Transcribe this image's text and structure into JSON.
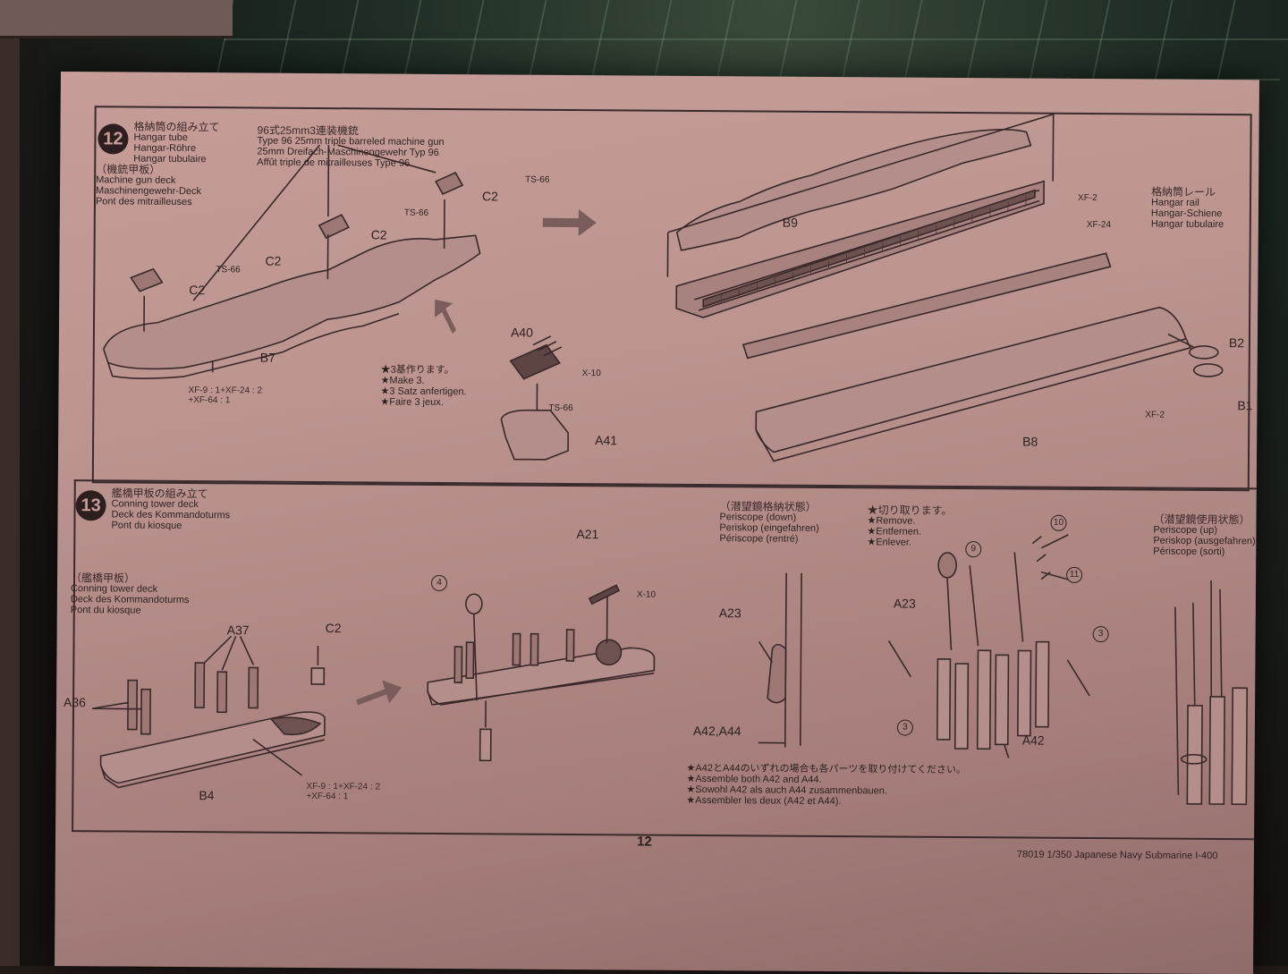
{
  "page_number": "12",
  "footer": "78019  1/350 Japanese Navy Submarine I-400",
  "step12": {
    "number": "12",
    "title_jp": "格納筒の組み立て",
    "title_en": "Hangar tube",
    "title_de": "Hangar-Röhre",
    "title_fr": "Hangar tubulaire",
    "gun_jp": "96式25mm3連装機銃",
    "gun_en": "Type 96 25mm triple barreled machine gun",
    "gun_de": "25mm Dreifach-Maschinengewehr Typ 96",
    "gun_fr": "Affût triple de mitrailleuses Type 96",
    "deck_jp": "（機銃甲板）",
    "deck_en": "Machine gun deck",
    "deck_de": "Maschinengewehr-Deck",
    "deck_fr": "Pont des mitrailleuses",
    "rail_jp": "格納筒レール",
    "rail_en": "Hangar rail",
    "rail_de": "Hangar-Schiene",
    "rail_fr": "Hangar tubulaire",
    "paint1": "XF-9 : 1+XF-24 : 2\n+XF-64 : 1",
    "make3_jp": "★3基作ります。",
    "make3_en": "★Make 3.",
    "make3_de": "★3 Satz anfertigen.",
    "make3_fr": "★Faire 3 jeux.",
    "parts": {
      "ts66": "TS-66",
      "c2": "C2",
      "b7": "B7",
      "a40": "A40",
      "a41": "A41",
      "x10": "X-10",
      "b9": "B9",
      "b8": "B8",
      "b2": "B2",
      "b1": "B1",
      "xf2": "XF-2",
      "xf24": "XF-24"
    }
  },
  "step13": {
    "number": "13",
    "title_jp": "艦橋甲板の組み立て",
    "title_en": "Conning tower deck",
    "title_de": "Deck des Kommandoturms",
    "title_fr": "Pont du kiosque",
    "sub_jp": "（艦橋甲板）",
    "sub_en": "Conning tower deck",
    "sub_de": "Deck des Kommandoturms",
    "sub_fr": "Pont du kiosque",
    "peri_down_jp": "（潜望鏡格納状態）",
    "peri_down_en": "Periscope (down)",
    "peri_down_de": "Periskop (eingefahren)",
    "peri_down_fr": "Périscope (rentré)",
    "remove_jp": "★切り取ります。",
    "remove_en": "★Remove.",
    "remove_de": "★Entfernen.",
    "remove_fr": "★Enlever.",
    "peri_up_jp": "（潜望鏡使用状態）",
    "peri_up_en": "Periscope (up)",
    "peri_up_de": "Periskop (ausgefahren)",
    "peri_up_fr": "Périscope (sorti)",
    "assemble_jp": "★A42とA44のいずれの場合も各パーツを取り付けてください。",
    "assemble_en": "★Assemble both A42 and A44.",
    "assemble_de": "★Sowohl A42 als auch A44 zusammenbauen.",
    "assemble_fr": "★Assembler les deux (A42 et A44).",
    "paint": "XF-9 : 1+XF-24 : 2\n+XF-64 : 1",
    "parts": {
      "a36": "A36",
      "a37": "A37",
      "c2": "C2",
      "b4": "B4",
      "a21": "A21",
      "x10": "X-10",
      "a23": "A23",
      "a42a44": "A42,A44",
      "a42": "A42",
      "n3": "3",
      "n4": "4",
      "n9": "9",
      "n10": "10",
      "n11": "11"
    }
  }
}
